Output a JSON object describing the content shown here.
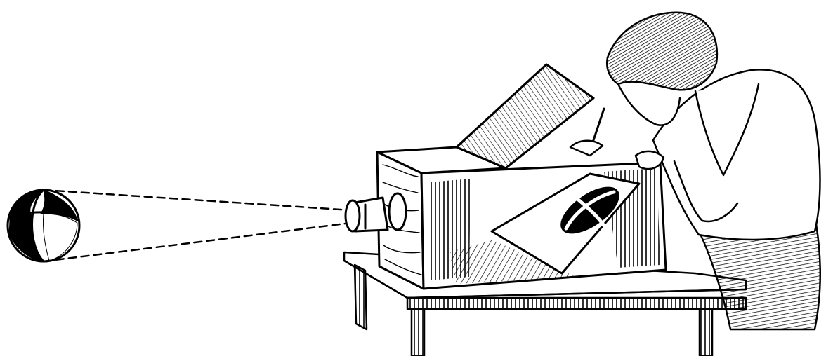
{
  "illustration": {
    "colors": {
      "ink": "#000000",
      "paper": "#ffffff"
    },
    "parts": [
      "ball",
      "light-rays",
      "lens-tube",
      "camera-box",
      "mirror",
      "ground-glass",
      "projected-image",
      "hinged-lid",
      "table",
      "person-drawing"
    ]
  }
}
